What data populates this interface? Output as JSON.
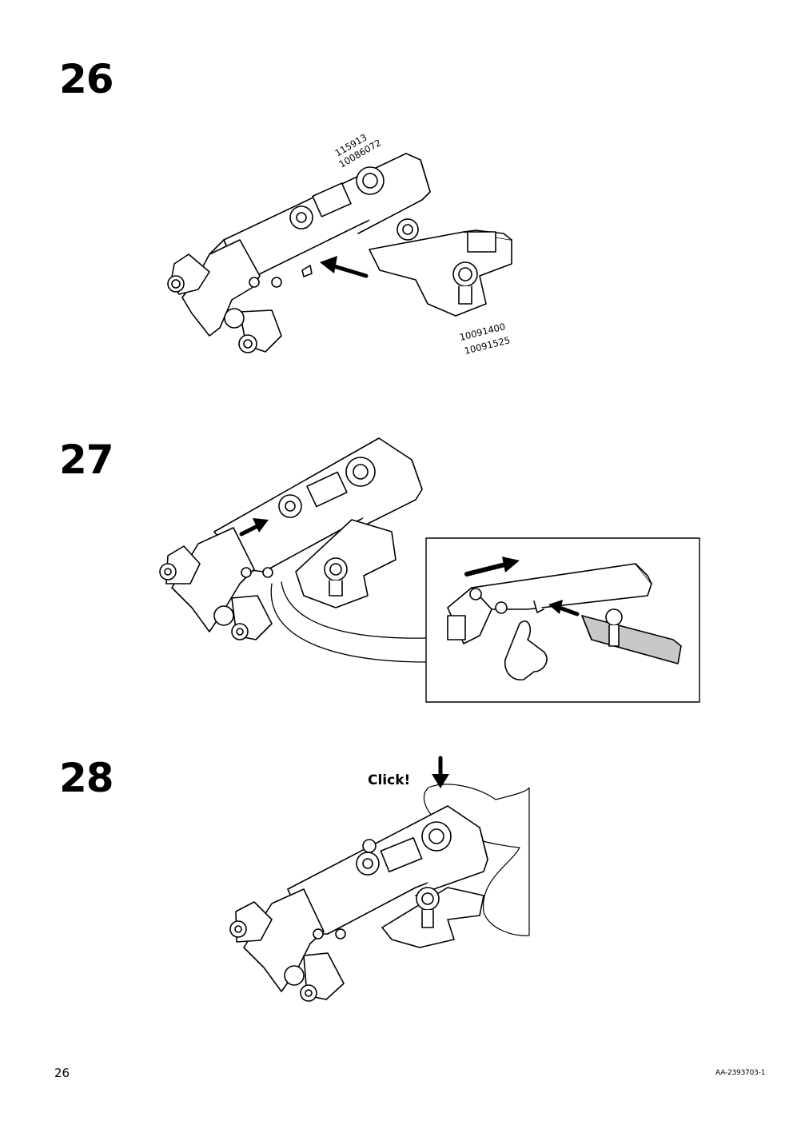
{
  "steps": [
    {
      "number": "26",
      "part_numbers_top": [
        "115913",
        "10086072"
      ],
      "part_numbers_bottom": [
        "10091400",
        "10091525"
      ]
    },
    {
      "number": "27"
    },
    {
      "number": "28",
      "callout": "Click!"
    }
  ],
  "footer": {
    "page_number": "26",
    "document_id": "AA-2393703-1"
  }
}
